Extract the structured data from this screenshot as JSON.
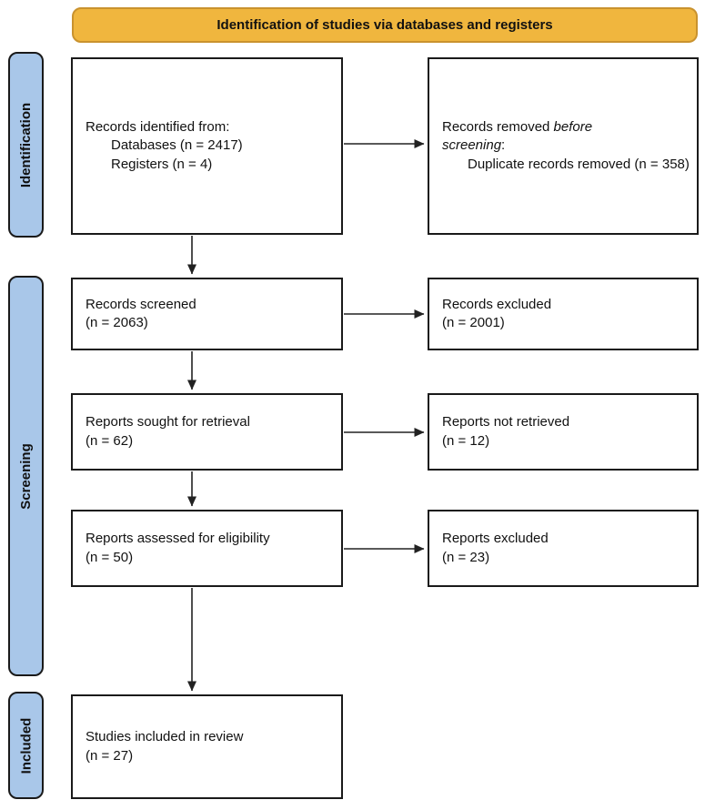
{
  "banner": {
    "label": "Identification of studies via databases and registers"
  },
  "colors": {
    "banner_fill": "#F0B63E",
    "banner_border": "#C9922E",
    "stage_fill": "#A9C7E9",
    "box_border": "#1A1A1A",
    "arrow_color": "#222222"
  },
  "stages": {
    "identification": "Identification",
    "screening": "Screening",
    "included": "Included"
  },
  "boxes": {
    "records_identified": {
      "title": "Records identified from:",
      "items": [
        "Databases (n = 2417)",
        "Registers (n = 4)"
      ]
    },
    "records_removed": {
      "title_prefix": "Records removed",
      "title_italic": " before screening",
      "title_suffix": ":",
      "items": [
        "Duplicate records removed (n = 358)"
      ]
    },
    "records_screened": {
      "line1": "Records screened",
      "line2": "(n = 2063)"
    },
    "records_excluded": {
      "line1": "Records excluded",
      "line2": "(n = 2001)"
    },
    "reports_sought": {
      "line1": "Reports sought for retrieval",
      "line2": "(n = 62)"
    },
    "reports_not_retrieved": {
      "line1": "Reports not retrieved",
      "line2": "(n = 12)"
    },
    "reports_assessed": {
      "line1": "Reports assessed for eligibility",
      "line2": "(n = 50)"
    },
    "reports_excluded": {
      "line1": "Reports excluded",
      "line2": "(n = 23)"
    },
    "studies_included": {
      "line1": "Studies included in review",
      "line2": "(n = 27)"
    }
  }
}
